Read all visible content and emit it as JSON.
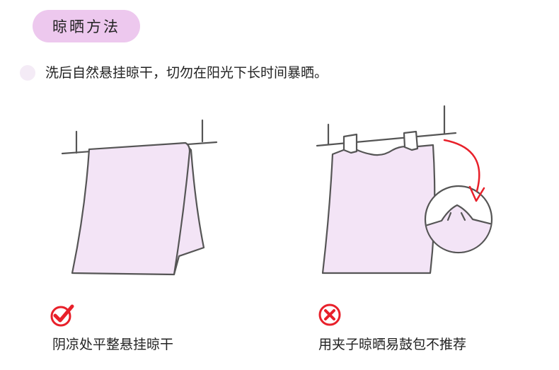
{
  "title": "晾晒方法",
  "instruction": "洗后自然悬挂晾干，切勿在阳光下长时间暴晒。",
  "panels": [
    {
      "caption": "阴凉处平整悬挂晾干",
      "verdict": "check-icon",
      "verdict_color": "#e8202a"
    },
    {
      "caption": "用夹子晾晒易鼓包不推荐",
      "verdict": "cross-icon",
      "verdict_color": "#e8202a"
    }
  ],
  "colors": {
    "pill": "#edc8ee",
    "towel": "#f3e4f6",
    "line": "#555555",
    "arrow": "#e8202a"
  }
}
